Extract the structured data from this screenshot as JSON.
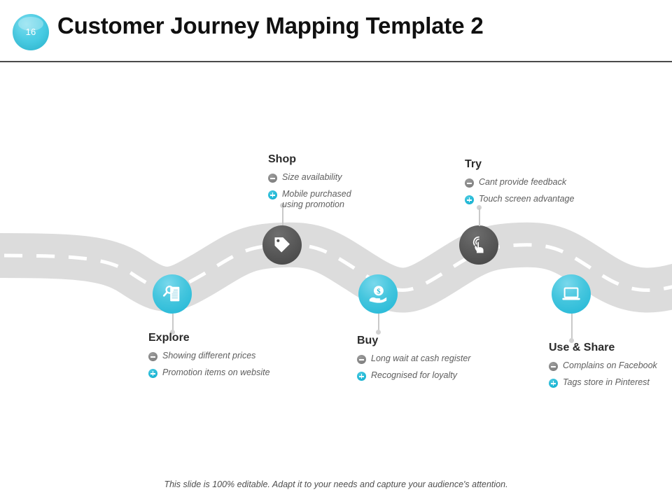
{
  "header": {
    "slide_number": "16",
    "title": "Customer Journey Mapping Template 2",
    "badge_icon": "slide-number-circle",
    "rule_color": "#4a4a4a"
  },
  "theme": {
    "accent_cyan": "#22b8d6",
    "accent_cyan_light": "#79d8ec",
    "dark_gray": "#4f4f4f",
    "road_fill": "#dcdcdc",
    "road_dash": "#ffffff",
    "title_color": "#101010",
    "body_text": "#5e5e5e"
  },
  "road": {
    "name": "winding-journey-road",
    "dash_color": "#ffffff",
    "fill_color": "#dcdcdc"
  },
  "stages": [
    {
      "id": "explore",
      "title": "Explore",
      "icon": "magnifier-document-icon",
      "node_color": "#22b8d6",
      "node_style": "cyan",
      "label_position": "below",
      "bullets": [
        {
          "type": "minus",
          "icon": "minus-circle-icon",
          "text": "Showing different prices"
        },
        {
          "type": "plus",
          "icon": "plus-circle-icon",
          "text": "Promotion items on website"
        }
      ]
    },
    {
      "id": "shop",
      "title": "Shop",
      "icon": "price-tag-icon",
      "node_color": "#4f4f4f",
      "node_style": "dark",
      "label_position": "above",
      "bullets": [
        {
          "type": "minus",
          "icon": "minus-circle-icon",
          "text": "Size availability"
        },
        {
          "type": "plus",
          "icon": "plus-circle-icon",
          "text": "Mobile purchased\nusing promotion"
        }
      ]
    },
    {
      "id": "buy",
      "title": "Buy",
      "icon": "hand-holding-money-icon",
      "node_color": "#22b8d6",
      "node_style": "cyan",
      "label_position": "below",
      "bullets": [
        {
          "type": "minus",
          "icon": "minus-circle-icon",
          "text": "Long wait at cash register"
        },
        {
          "type": "plus",
          "icon": "plus-circle-icon",
          "text": "Recognised for loyalty"
        }
      ]
    },
    {
      "id": "try",
      "title": "Try",
      "icon": "touch-gesture-icon",
      "node_color": "#4f4f4f",
      "node_style": "dark",
      "label_position": "above",
      "bullets": [
        {
          "type": "minus",
          "icon": "minus-circle-icon",
          "text": "Cant provide feedback"
        },
        {
          "type": "plus",
          "icon": "plus-circle-icon",
          "text": "Touch screen advantage"
        }
      ]
    },
    {
      "id": "use-and-share",
      "title": "Use & Share",
      "icon": "laptop-icon",
      "node_color": "#22b8d6",
      "node_style": "cyan",
      "label_position": "below",
      "bullets": [
        {
          "type": "minus",
          "icon": "minus-circle-icon",
          "text": "Complains on Facebook"
        },
        {
          "type": "plus",
          "icon": "plus-circle-icon",
          "text": "Tags store in Pinterest"
        }
      ]
    }
  ],
  "footer": {
    "note": "This slide is 100% editable. Adapt it to your needs and capture your audience's attention."
  }
}
